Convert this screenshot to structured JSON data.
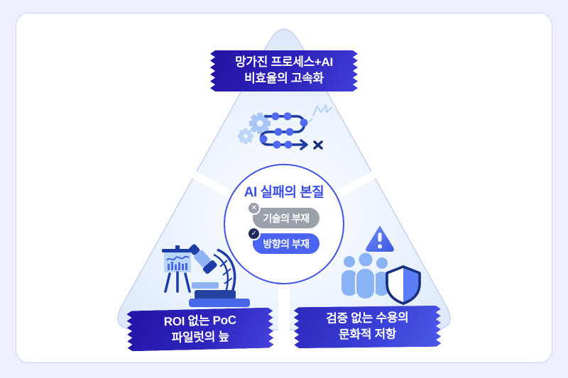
{
  "center_circle": {
    "title": "AI 실패의 본질",
    "options": [
      {
        "label": "기술의 부재",
        "state": "rejected",
        "badge": "✕"
      },
      {
        "label": "방향의 부재",
        "state": "accepted",
        "badge": "✓"
      }
    ]
  },
  "ribbons": {
    "top": {
      "line1": "망가진 프로세스+AI",
      "line2": "비효율의 고속화"
    },
    "bottom_left": {
      "line1": "ROI 없는 PoC",
      "line2": "파일럿의 늪"
    },
    "bottom_right": {
      "line1": "검증 없는 수용의",
      "line2": "문화적 저항"
    }
  },
  "icons": {
    "top": "broken-process-flow-icon",
    "bottom_left": "poc-microscope-chart-icon",
    "bottom_right": "people-warning-shield-icon"
  },
  "colors": {
    "page_background": "#edf0fc",
    "card_background": "#ffffff",
    "triangle_fill_edge": "#d5e3fa",
    "ribbon_dark": "#2413a4",
    "ribbon_light": "#4343db",
    "circle_border": "#4254e6",
    "title_blue": "#3a4fe6",
    "pill_gray": "#9aa1ab",
    "pill_blue": "#4a63f0",
    "badge_navy": "#1f2a5e",
    "icon_light_blue": "#a8c6f4",
    "icon_mid_blue": "#4f6af0",
    "icon_dark_navy": "#1c3aa0"
  }
}
